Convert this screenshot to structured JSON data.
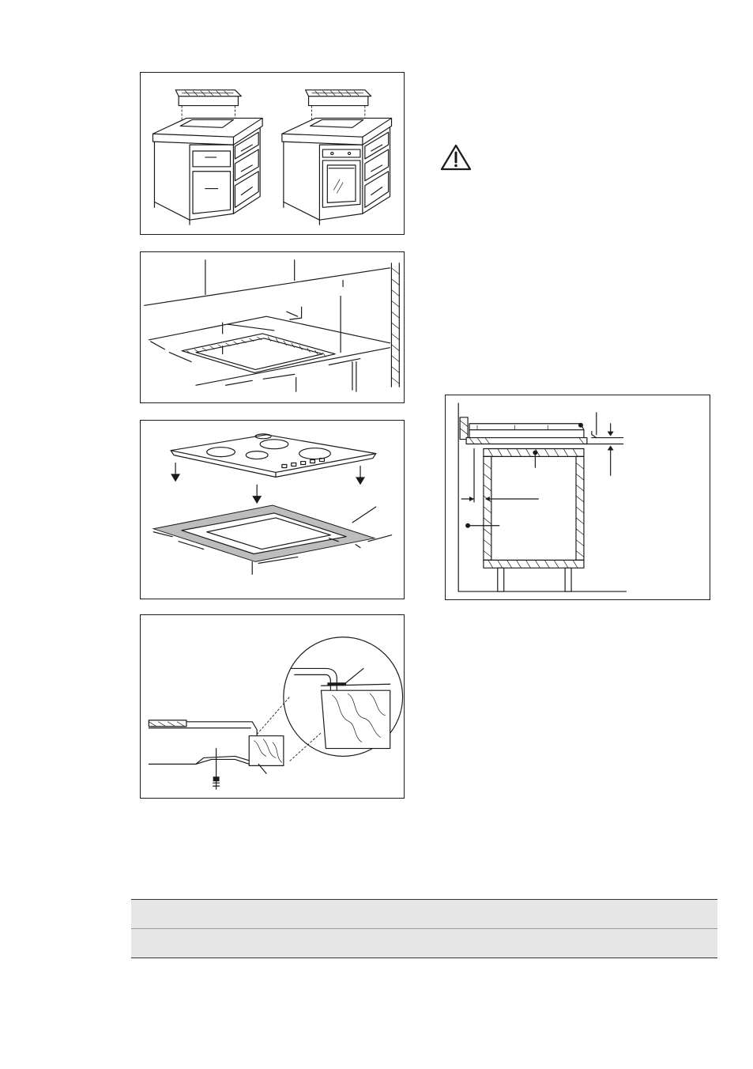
{
  "figures": [
    {
      "name": "cabinet-installation-options",
      "icon": "kitchen-cabinet-diagram"
    },
    {
      "name": "cut-out-dimensions",
      "icon": "worktop-cutout-diagram"
    },
    {
      "name": "hob-lowered-into-cutout",
      "icon": "hob-placement-diagram"
    },
    {
      "name": "bracket-fixing-detail",
      "icon": "bracket-screw-diagram"
    },
    {
      "name": "side-section-clearances",
      "icon": "cross-section-diagram"
    }
  ],
  "warning": {
    "icon": "warning-triangle-icon",
    "color": "#1a1a1a"
  },
  "table": {
    "rows": [
      {
        "cells": [
          "",
          ""
        ]
      },
      {
        "cells": [
          "",
          ""
        ]
      }
    ],
    "row_fill": "#e6e6e6"
  }
}
